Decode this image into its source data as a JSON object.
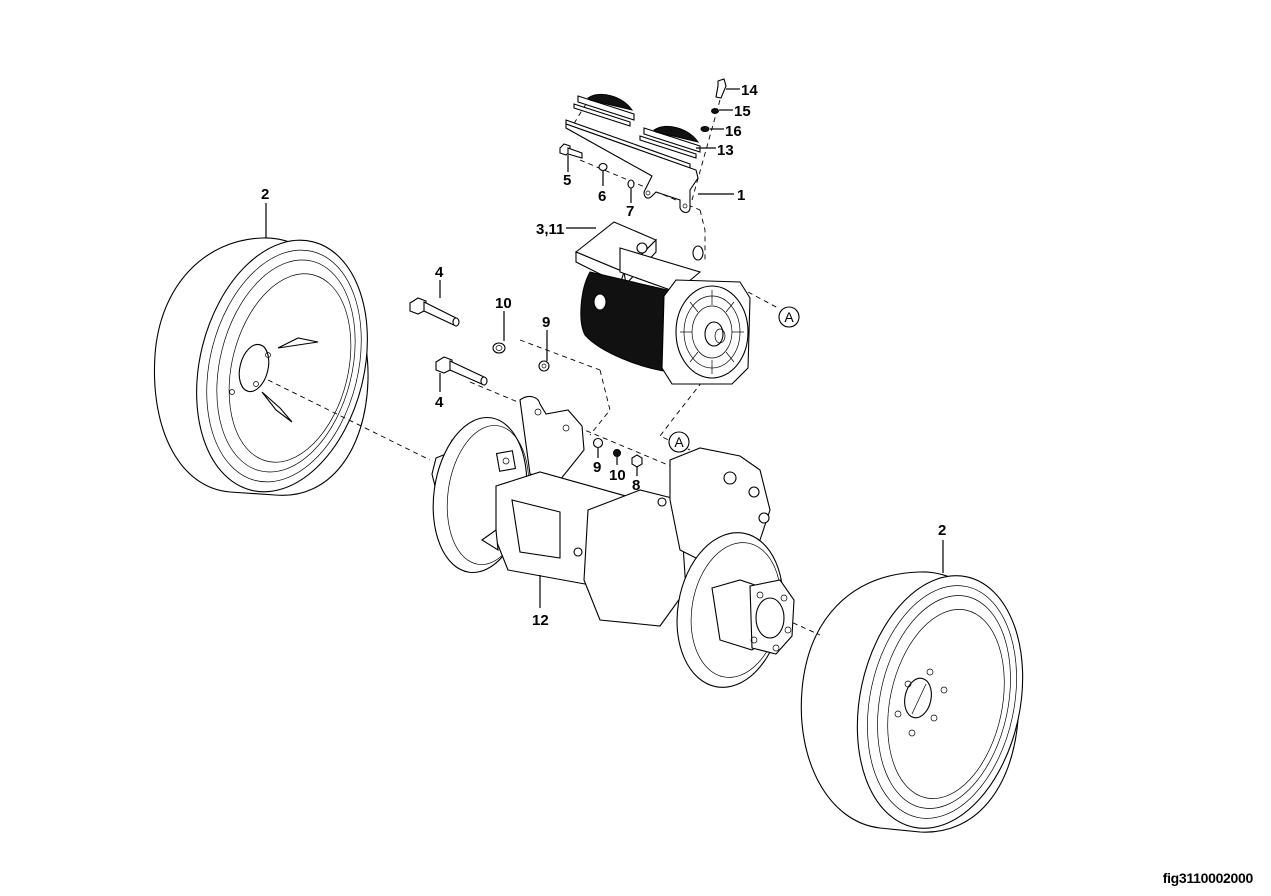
{
  "figure": {
    "id": "fig3110002000",
    "type": "exploded parts diagram",
    "subject": "drive axle with traction motor and wheels"
  },
  "callouts": {
    "c1": "1",
    "c2_left": "2",
    "c2_right": "2",
    "c3_11": "3,11",
    "c4_top": "4",
    "c4_bottom": "4",
    "c5": "5",
    "c6": "6",
    "c7": "7",
    "c8": "8",
    "c9_upper": "9",
    "c9_lower": "9",
    "c10_upper": "10",
    "c10_lower": "10",
    "c12": "12",
    "c13": "13",
    "c14": "14",
    "c15": "15",
    "c16": "16"
  },
  "references": {
    "a_motor": "A",
    "a_axle": "A"
  },
  "parts": [
    {
      "callout": "1",
      "description": "mounting bracket"
    },
    {
      "callout": "2",
      "description": "wheel / tire (left and right)"
    },
    {
      "callout": "3,11",
      "description": "traction motor with terminal box"
    },
    {
      "callout": "4",
      "description": "hex bolt"
    },
    {
      "callout": "5",
      "description": "hex bolt"
    },
    {
      "callout": "6",
      "description": "nut"
    },
    {
      "callout": "7",
      "description": "washer"
    },
    {
      "callout": "8",
      "description": "nut"
    },
    {
      "callout": "9",
      "description": "washer"
    },
    {
      "callout": "10",
      "description": "lock washer"
    },
    {
      "callout": "12",
      "description": "drive axle assembly"
    },
    {
      "callout": "13",
      "description": "cover plates"
    },
    {
      "callout": "14",
      "description": "bolt"
    },
    {
      "callout": "15",
      "description": "nut"
    },
    {
      "callout": "16",
      "description": "washer"
    }
  ]
}
